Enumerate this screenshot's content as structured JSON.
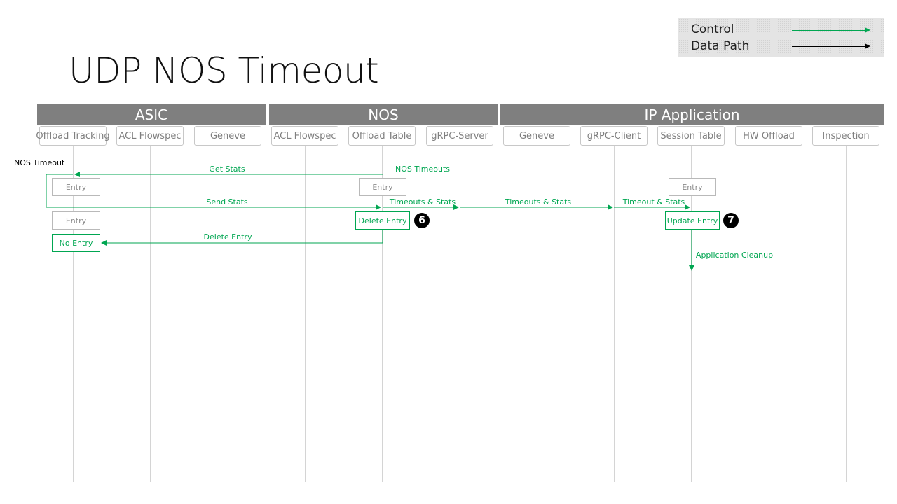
{
  "title": "UDP NOS Timeout",
  "legend": {
    "items": [
      {
        "label": "Control",
        "color": "#00a651"
      },
      {
        "label": "Data Path",
        "color": "#000000"
      }
    ]
  },
  "groups": [
    {
      "name": "ASIC"
    },
    {
      "name": "NOS"
    },
    {
      "name": "IP Application"
    }
  ],
  "lanes": [
    {
      "id": "asic-offload-tracking",
      "label": "Offload Tracking"
    },
    {
      "id": "asic-acl-flowspec",
      "label": "ACL Flowspec"
    },
    {
      "id": "asic-geneve",
      "label": "Geneve"
    },
    {
      "id": "nos-acl-flowspec",
      "label": "ACL Flowspec"
    },
    {
      "id": "nos-offload-table",
      "label": "Offload Table"
    },
    {
      "id": "nos-grpc-server",
      "label": "gRPC-Server"
    },
    {
      "id": "app-geneve",
      "label": "Geneve"
    },
    {
      "id": "app-grpc-client",
      "label": "gRPC-Client"
    },
    {
      "id": "app-session-table",
      "label": "Session Table"
    },
    {
      "id": "app-hw-offload",
      "label": "HW Offload"
    },
    {
      "id": "app-inspection",
      "label": "Inspection"
    }
  ],
  "trigger_label": "NOS Timeout",
  "states": {
    "ot_entry_1": "Entry",
    "ot_entry_2": "Entry",
    "ot_no_entry": "No Entry",
    "tbl_entry": "Entry",
    "tbl_delete": "Delete Entry",
    "st_entry": "Entry",
    "st_update": "Update Entry"
  },
  "badges": {
    "step6": "6",
    "step7": "7"
  },
  "messages": {
    "get_stats": "Get Stats",
    "nos_timeouts": "NOS Timeouts",
    "send_stats": "Send Stats",
    "timeouts_stats_1": "Timeouts & Stats",
    "timeouts_stats_2": "Timeouts & Stats",
    "timeout_stats_3": "Timeout & Stats",
    "delete_entry": "Delete Entry",
    "app_cleanup": "Application Cleanup"
  },
  "colors": {
    "control": "#00a651",
    "header_bg": "#7f7f7f",
    "lifeline": "#d4d4d4"
  }
}
